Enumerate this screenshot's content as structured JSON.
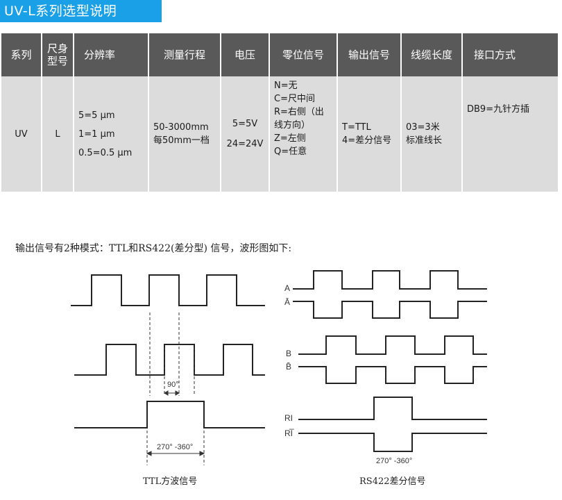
{
  "title": "UV-L系列选型说明",
  "table": {
    "headers": [
      "系列",
      "尺身\n型号",
      "分辨率",
      "测量行程",
      "电压",
      "零位信号",
      "输出信号",
      "线缆长度",
      "接口方式"
    ],
    "row": {
      "series": "UV",
      "model": "L",
      "resolution": [
        "5=5 μm",
        "1=1 μm",
        "0.5=0.5 μm"
      ],
      "travel": [
        "50-3000mm",
        "每50mm一档"
      ],
      "voltage": [
        "5=5V",
        "24=24V"
      ],
      "zero_signal": [
        "N=无",
        "C=尺中间",
        "R=右侧（出线方向）",
        "Z=左侧",
        "Q=任意"
      ],
      "output_signal": [
        "T=TTL",
        "4=差分信号"
      ],
      "cable_length": [
        "03=3米",
        "标准线长"
      ],
      "interface": "DB9=九针方插"
    }
  },
  "intro_text": "输出信号有2种模式：TTL和RS422(差分型) 信号，波形图如下:",
  "diagram": {
    "ttl": {
      "caption": "TTL方波信号",
      "phase_label": "90°",
      "zero_label": "270° -360°"
    },
    "rs422": {
      "caption": "RS422差分信号",
      "signals": [
        "A",
        "Ā",
        "B",
        "B̄",
        "RI",
        "RI̅"
      ],
      "zero_label": "270° -360°"
    }
  }
}
